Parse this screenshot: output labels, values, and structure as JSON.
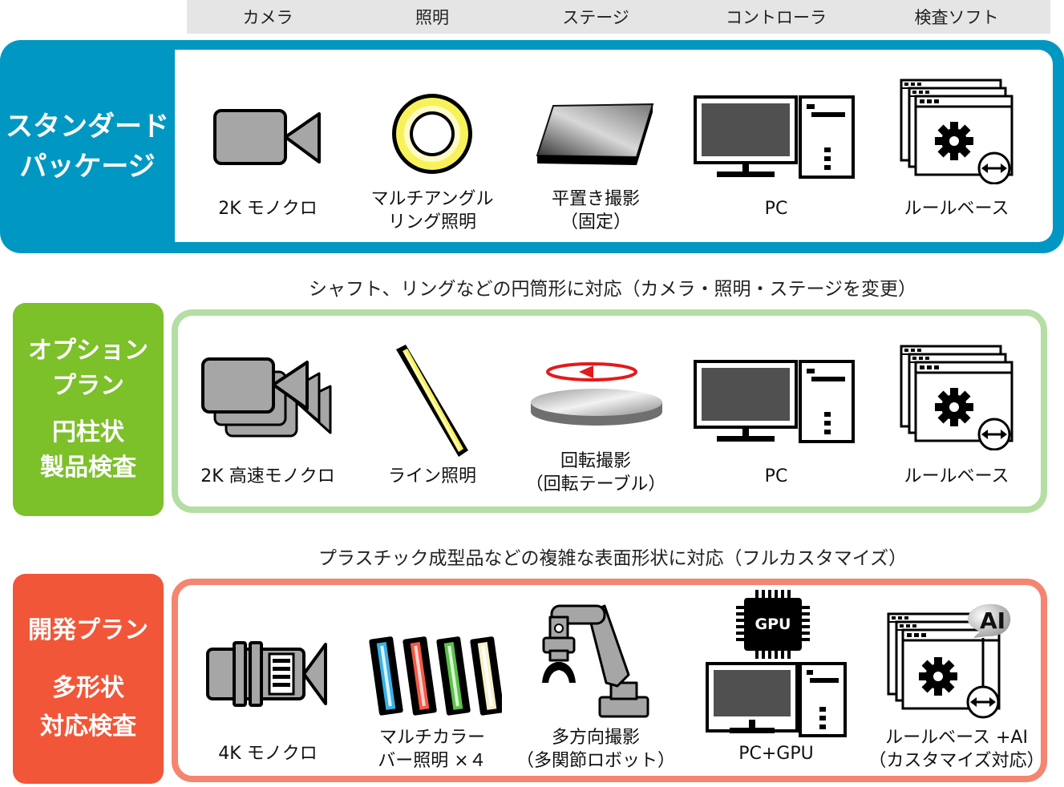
{
  "columns": [
    "カメラ",
    "照明",
    "ステージ",
    "コントローラ",
    "検査ソフト"
  ],
  "colors": {
    "standard": "#0098c2",
    "option": "#7cc02a",
    "option_border": "#b4dea4",
    "development": "#f25638",
    "development_border": "#f48570",
    "header_bg": "#e5e5e5",
    "icon_gray": "#a6a6a6"
  },
  "plans": {
    "standard": {
      "label_lines": [
        "スタンダード",
        "パッケージ"
      ],
      "items": [
        {
          "icon": "video-camera-icon",
          "lines": [
            "2K モノクロ"
          ]
        },
        {
          "icon": "ring-light-icon",
          "lines": [
            "マルチアングル",
            "リング照明"
          ]
        },
        {
          "icon": "flat-stage-icon",
          "lines": [
            "平置き撮影",
            "（固定）"
          ]
        },
        {
          "icon": "pc-icon",
          "lines": [
            "PC"
          ]
        },
        {
          "icon": "software-window-icon",
          "lines": [
            "ルールベース"
          ]
        }
      ]
    },
    "option": {
      "caption": "シャフト、リングなどの円筒形に対応（カメラ・照明・ステージを変更）",
      "label_lines": [
        "オプション",
        "プラン",
        "円柱状",
        "製品検査"
      ],
      "items": [
        {
          "icon": "multi-camera-icon",
          "lines": [
            "2K 高速モノクロ"
          ]
        },
        {
          "icon": "line-light-icon",
          "lines": [
            "ライン照明"
          ]
        },
        {
          "icon": "rotary-table-icon",
          "lines": [
            "回転撮影",
            "（回転テーブル）"
          ]
        },
        {
          "icon": "pc-icon",
          "lines": [
            "PC"
          ]
        },
        {
          "icon": "software-window-icon",
          "lines": [
            "ルールベース"
          ]
        }
      ]
    },
    "development": {
      "caption": "プラスチック成型品などの複雑な表面形状に対応（フルカスタマイズ）",
      "label_lines": [
        "開発プラン",
        "多形状",
        "対応検査"
      ],
      "items": [
        {
          "icon": "4k-camera-icon",
          "lines": [
            "4K モノクロ"
          ]
        },
        {
          "icon": "color-bar-lights-icon",
          "lines": [
            "マルチカラー",
            "バー照明 ×４"
          ]
        },
        {
          "icon": "robot-arm-icon",
          "lines": [
            "多方向撮影",
            "（多関節ロボット）"
          ]
        },
        {
          "icon": "pc-gpu-icon",
          "lines": [
            "PC+GPU"
          ],
          "chip_text": "GPU"
        },
        {
          "icon": "software-ai-icon",
          "lines": [
            "ルールベース +AI",
            "（カスタマイズ対応）"
          ],
          "badge_text": "AI"
        }
      ]
    }
  }
}
